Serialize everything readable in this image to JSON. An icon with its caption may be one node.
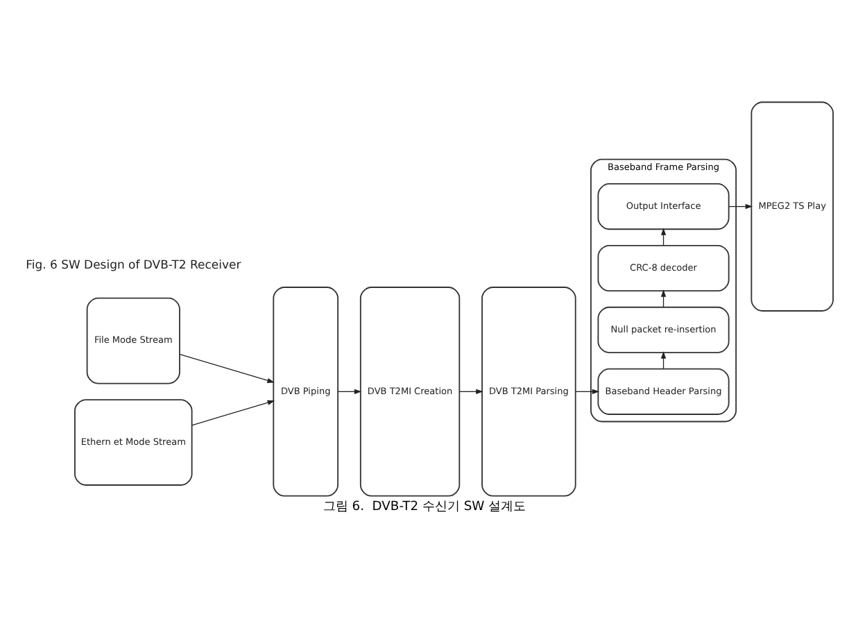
{
  "diagram": {
    "caption": "그림 6.  DVB-T2 수신기 SW 설계도",
    "nodes": [
      {
        "text": [
          "File Mode Stream"
        ]
      },
      {
        "text": [
          "Ethern et Mode Stream"
        ]
      },
      {
        "text": [
          "DVB Piping"
        ]
      },
      {
        "text": [
          "DVB T2MI Creation"
        ]
      },
      {
        "text": [
          "DVB T2MI Parsing"
        ]
      },
      {
        "text": [
          "Baseband Frame Parsing"
        ]
      },
      {
        "text": [
          "Baseband Header Parsing"
        ],
        "in": 5
      },
      {
        "text": [
          "Null packet re-insertion"
        ],
        "in": 5
      },
      {
        "text": [
          "CRC-8 decoder"
        ],
        "in": 5
      },
      {
        "text": [
          "Output Interface"
        ],
        "in": 5
      },
      {
        "text": [
          "MPEG2 TS Play"
        ]
      }
    ],
    "edges": [
      {
        "from": 0,
        "to": 2,
        "arrow": "to"
      },
      {
        "from": 1,
        "to": 2,
        "arrow": "to"
      },
      {
        "from": 2,
        "to": 3,
        "arrow": "to"
      },
      {
        "from": 3,
        "to": 4,
        "arrow": "to"
      },
      {
        "from": 4,
        "to": 6,
        "arrow": "to"
      },
      {
        "from": 6,
        "to": 7,
        "arrow": "to"
      },
      {
        "from": 7,
        "to": 8,
        "arrow": "to"
      },
      {
        "from": 8,
        "to": 9,
        "arrow": "to"
      },
      {
        "from": 9,
        "to": 10,
        "arrow": "to"
      }
    ],
    "labels": [
      "Fig. 6 SW Design of DVB-T2 Receiver"
    ]
  }
}
